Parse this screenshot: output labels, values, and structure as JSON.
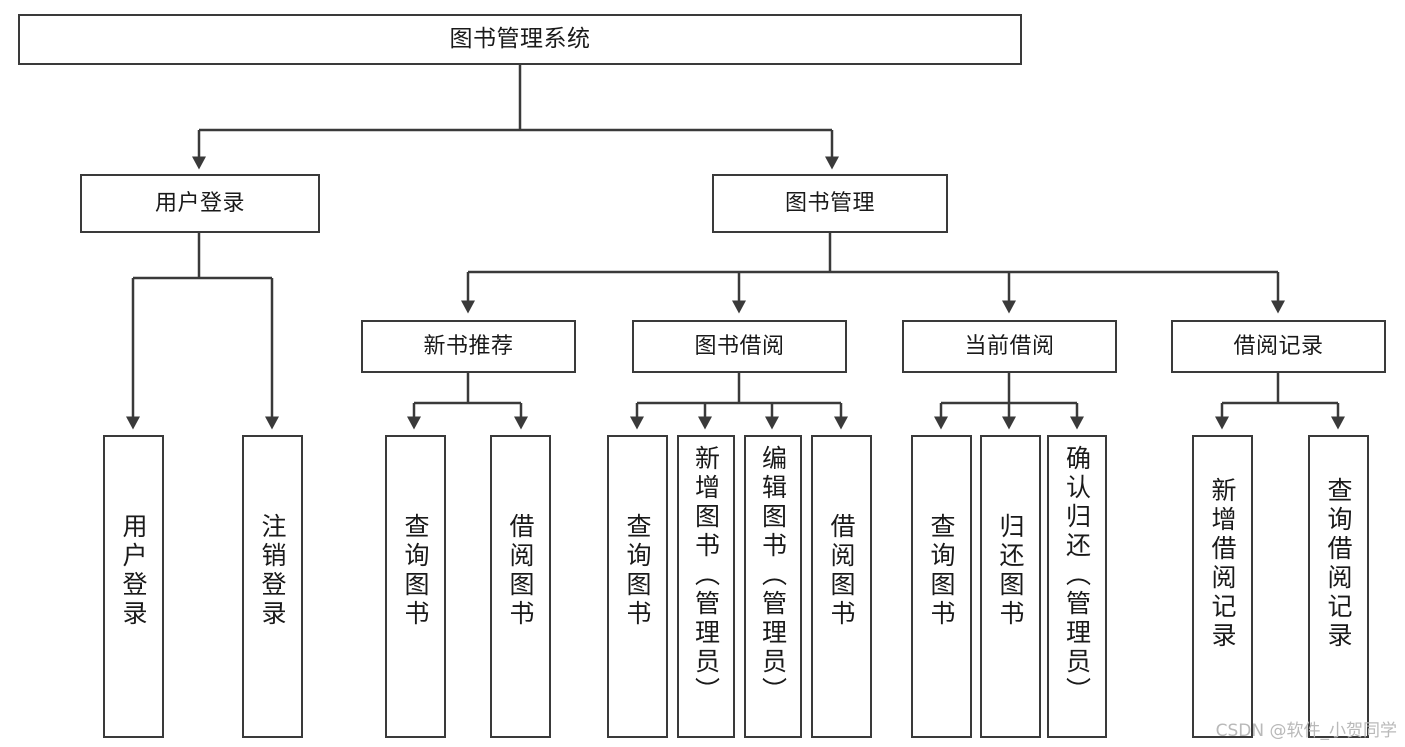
{
  "diagram": {
    "kind": "function-structure-tree",
    "root": {
      "label": "图书管理系统"
    },
    "level2": [
      {
        "label": "用户登录"
      },
      {
        "label": "图书管理"
      }
    ],
    "level3": [
      {
        "label": "新书推荐"
      },
      {
        "label": "图书借阅"
      },
      {
        "label": "当前借阅"
      },
      {
        "label": "借阅记录"
      }
    ],
    "leaves": [
      {
        "label": "用户登录"
      },
      {
        "label": "注销登录"
      },
      {
        "label": "查询图书"
      },
      {
        "label": "借阅图书"
      },
      {
        "label": "查询图书"
      },
      {
        "label": "新增图书（管理员）"
      },
      {
        "label": "编辑图书（管理员）"
      },
      {
        "label": "借阅图书"
      },
      {
        "label": "查询图书"
      },
      {
        "label": "归还图书"
      },
      {
        "label": "确认归还（管理员）"
      },
      {
        "label": "新增借阅记录"
      },
      {
        "label": "查询借阅记录"
      }
    ]
  },
  "watermark": {
    "text": "CSDN @软件_小贺同学"
  },
  "colors": {
    "stroke": "#3a3a3a",
    "background": "#ffffff",
    "text": "#1a1a1a",
    "watermark": "#b9b9b9"
  }
}
